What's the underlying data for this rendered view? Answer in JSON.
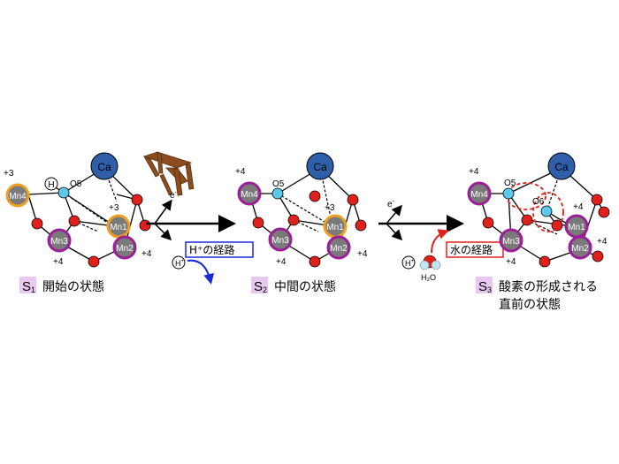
{
  "colors": {
    "ca_fill": "#2e5fa8",
    "mn_fill": "#7a7a7a",
    "mn_ring_purple": "#9b1f97",
    "mn_ring_orange": "#f0a020",
    "oxygen_red": "#e0201a",
    "oxygen_cyan": "#5cc8ea",
    "label_bg_purple": "#e6c8f0",
    "proton_path_blue": "#1a2ad8",
    "water_path_red": "#e0201a",
    "chair": "#8b4c1e"
  },
  "atoms": {
    "ca": "Ca",
    "mn1": "Mn1",
    "mn2": "Mn2",
    "mn3": "Mn3",
    "mn4": "Mn4",
    "o5": "O5",
    "o6": "O6",
    "h": "H"
  },
  "states": [
    {
      "id": "S1",
      "letter": "S",
      "subscript": "1",
      "caption_line1": "開始の状態",
      "caption_line2": "",
      "oxidation": {
        "mn4": "+3",
        "mn1": "+3",
        "mn3": "+4",
        "mn2": "+4"
      }
    },
    {
      "id": "S2",
      "letter": "S",
      "subscript": "2",
      "caption_line1": "中間の状態",
      "caption_line2": "",
      "oxidation": {
        "mn4": "+4",
        "mn1": "+3",
        "mn3": "+4",
        "mn2": "+4"
      }
    },
    {
      "id": "S3",
      "letter": "S",
      "subscript": "3",
      "caption_line1": "酸素の形成される",
      "caption_line2": "直前の状態",
      "oxidation": {
        "mn4": "+4",
        "mn1": "+4",
        "mn3": "+4",
        "mn2": "+4"
      }
    }
  ],
  "transitions": [
    {
      "electron": "e",
      "electron_sup": "-",
      "proton": "H",
      "proton_sup": "+",
      "path_label": "H⁺の経路",
      "path_color": "#1a2ad8"
    },
    {
      "electron": "e",
      "electron_sup": "-",
      "proton": "H",
      "proton_sup": "+",
      "water": "H₂O",
      "path_label": "水の経路",
      "path_color": "#e0201a"
    }
  ]
}
